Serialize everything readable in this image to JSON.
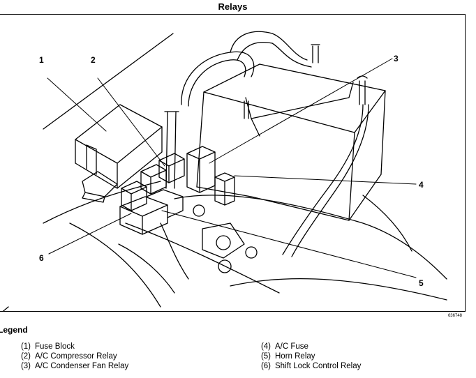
{
  "title": "Relays",
  "figure_id": "636748",
  "callouts": [
    "1",
    "2",
    "3",
    "4",
    "5",
    "6"
  ],
  "legend": {
    "title": "Legend",
    "items": [
      {
        "num": "(1)",
        "label": "Fuse Block"
      },
      {
        "num": "(2)",
        "label": "A/C Compressor Relay"
      },
      {
        "num": "(3)",
        "label": "A/C Condenser Fan Relay"
      },
      {
        "num": "(4)",
        "label": "A/C Fuse"
      },
      {
        "num": "(5)",
        "label": "Horn Relay"
      },
      {
        "num": "(6)",
        "label": "Shift Lock Control Relay"
      }
    ]
  }
}
